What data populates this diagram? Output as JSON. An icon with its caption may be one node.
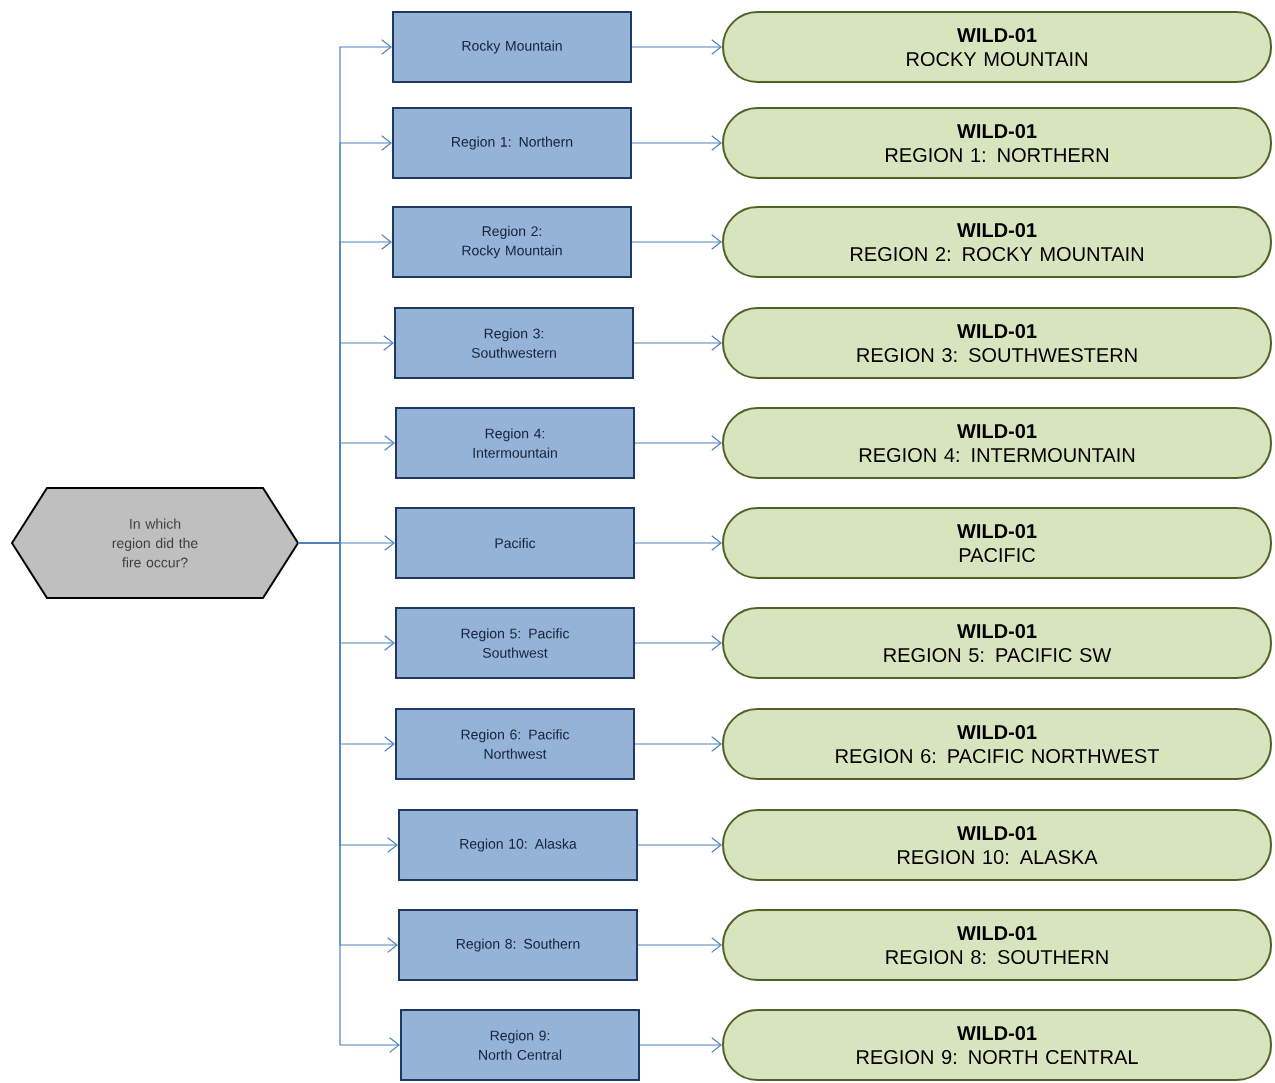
{
  "diagram": {
    "nodes": [
      {
        "text": [
          "In which region did the fire occur?"
        ]
      },
      {
        "text": [
          "Rocky Mountain"
        ]
      },
      {
        "text": [
          "Region 1: Northern"
        ]
      },
      {
        "text": [
          "Region 2: Rocky Mountain"
        ]
      },
      {
        "text": [
          "Region 3: Southwestern"
        ]
      },
      {
        "text": [
          "Region 4: Intermountain"
        ]
      },
      {
        "text": [
          "Pacific"
        ]
      },
      {
        "text": [
          "Region 5: Pacific Southwest"
        ]
      },
      {
        "text": [
          "Region 6: Pacific Northwest"
        ]
      },
      {
        "text": [
          "Region 10: Alaska"
        ]
      },
      {
        "text": [
          "Region 8: Southern"
        ]
      },
      {
        "text": [
          "Region 9: North Central"
        ]
      },
      {
        "text": [
          "WILD-01",
          "ROCKY MOUNTAIN"
        ]
      },
      {
        "text": [
          "WILD-01",
          "REGION 1: NORTHERN"
        ]
      },
      {
        "text": [
          "WILD-01",
          "REGION 2: ROCKY MOUNTAIN"
        ]
      },
      {
        "text": [
          "WILD-01",
          "REGION 3: SOUTHWESTERN"
        ]
      },
      {
        "text": [
          "WILD-01",
          "REGION 4: INTERMOUNTAIN"
        ]
      },
      {
        "text": [
          "WILD-01",
          "PACIFIC"
        ]
      },
      {
        "text": [
          "WILD-01",
          "REGION 5: PACIFIC SW"
        ]
      },
      {
        "text": [
          "WILD-01",
          "REGION 6: PACIFIC NORTHWEST"
        ]
      },
      {
        "text": [
          "WILD-01",
          "REGION 10: ALASKA"
        ]
      },
      {
        "text": [
          "WILD-01",
          "REGION 8: SOUTHERN"
        ]
      },
      {
        "text": [
          "WILD-01",
          "REGION 9: NORTH CENTRAL"
        ]
      }
    ],
    "edges": [
      {
        "from": 0,
        "to": 1,
        "arrow": "to"
      },
      {
        "from": 0,
        "to": 2,
        "arrow": "to"
      },
      {
        "from": 0,
        "to": 3,
        "arrow": "to"
      },
      {
        "from": 0,
        "to": 4,
        "arrow": "to"
      },
      {
        "from": 0,
        "to": 5,
        "arrow": "to"
      },
      {
        "from": 0,
        "to": 6,
        "arrow": "to"
      },
      {
        "from": 0,
        "to": 7,
        "arrow": "to"
      },
      {
        "from": 0,
        "to": 8,
        "arrow": "to"
      },
      {
        "from": 0,
        "to": 9,
        "arrow": "to"
      },
      {
        "from": 0,
        "to": 10,
        "arrow": "to"
      },
      {
        "from": 0,
        "to": 11,
        "arrow": "to"
      },
      {
        "from": 1,
        "to": 12,
        "arrow": "to"
      },
      {
        "from": 2,
        "to": 13,
        "arrow": "to"
      },
      {
        "from": 3,
        "to": 14,
        "arrow": "to"
      },
      {
        "from": 4,
        "to": 15,
        "arrow": "to"
      },
      {
        "from": 5,
        "to": 16,
        "arrow": "to"
      },
      {
        "from": 6,
        "to": 17,
        "arrow": "to"
      },
      {
        "from": 7,
        "to": 18,
        "arrow": "to"
      },
      {
        "from": 8,
        "to": 19,
        "arrow": "to"
      },
      {
        "from": 9,
        "to": 20,
        "arrow": "to"
      },
      {
        "from": 10,
        "to": 21,
        "arrow": "to"
      },
      {
        "from": 11,
        "to": 22,
        "arrow": "to"
      }
    ]
  }
}
